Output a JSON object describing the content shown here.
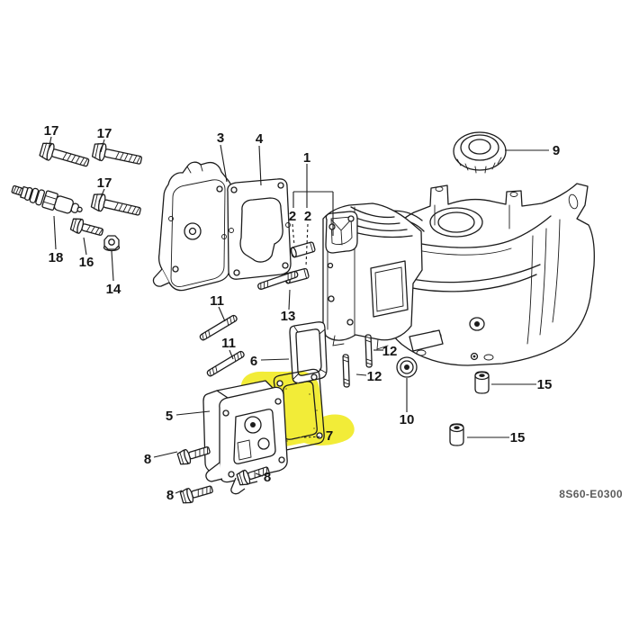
{
  "diagram": {
    "code": "8S60-E0300",
    "background": "#ffffff",
    "line_color": "#1c1c1c"
  },
  "highlight": {
    "part_label": "7",
    "color": "#f2ec38"
  },
  "callouts": [
    {
      "label": "17"
    },
    {
      "label": "17"
    },
    {
      "label": "17"
    },
    {
      "label": "18"
    },
    {
      "label": "16"
    },
    {
      "label": "14"
    },
    {
      "label": "3"
    },
    {
      "label": "4"
    },
    {
      "label": "1"
    },
    {
      "label": "2"
    },
    {
      "label": "2"
    },
    {
      "label": "9"
    },
    {
      "label": "13"
    },
    {
      "label": "11"
    },
    {
      "label": "11"
    },
    {
      "label": "6"
    },
    {
      "label": "5"
    },
    {
      "label": "7"
    },
    {
      "label": "8"
    },
    {
      "label": "8"
    },
    {
      "label": "8"
    },
    {
      "label": "12"
    },
    {
      "label": "12"
    },
    {
      "label": "10"
    },
    {
      "label": "15"
    },
    {
      "label": "15"
    }
  ]
}
